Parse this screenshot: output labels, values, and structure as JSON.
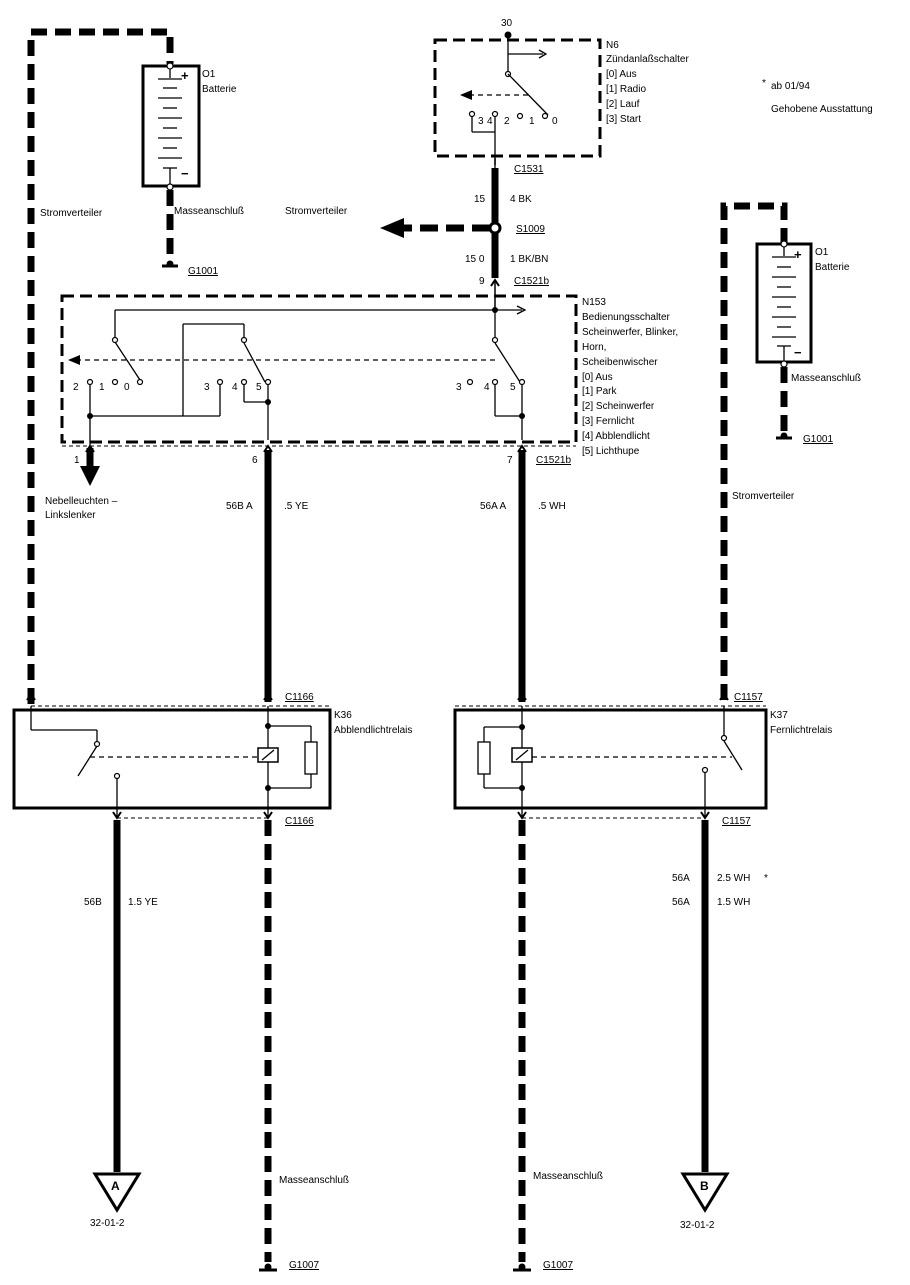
{
  "note": {
    "marker": "*",
    "date": "ab 01/94",
    "equipment": "Gehobene Ausstattung"
  },
  "terminals": {
    "t30": "30",
    "t15": "15",
    "t15_0": "15 0",
    "n9": "9",
    "n1": "1",
    "n6": "6",
    "n7": "7"
  },
  "battery_left": {
    "id": "O1",
    "name": "Batterie",
    "ground": "Masseanschluß",
    "ground_id": "G1001",
    "plus": "+",
    "minus": "−"
  },
  "battery_right": {
    "id": "O1",
    "name": "Batterie",
    "ground": "Masseanschluß",
    "ground_id": "G1001",
    "plus": "+",
    "minus": "−"
  },
  "distribution": {
    "left": "Stromverteiler",
    "arrow": "Stromverteiler",
    "right": "Stromverteiler"
  },
  "ignition": {
    "id": "N6",
    "name": "Zündanlaßschalter",
    "positions": [
      "[0] Aus",
      "[1] Radio",
      "[2] Lauf",
      "[3] Start"
    ],
    "pins": [
      "3",
      "4",
      "2",
      "1",
      "0"
    ],
    "connector": "C1531",
    "wire_top": "4 BK",
    "splice": "S1009",
    "wire_bottom": "1 BK/BN",
    "connector2": "C1521b"
  },
  "switch": {
    "id": "N153",
    "name": [
      "Bedienungsschalter",
      "Scheinwerfer, Blinker,",
      "Horn,",
      "Scheibenwischer"
    ],
    "positions": [
      "[0] Aus",
      "[1] Park",
      "[2] Scheinwerfer",
      "[3] Fernlicht",
      "[4] Abblendlicht",
      "[5] Lichthupe"
    ],
    "pins_a": [
      "2",
      "1",
      "0"
    ],
    "pins_b": [
      "3",
      "4",
      "5"
    ],
    "pins_c": [
      "3",
      "4",
      "5"
    ],
    "connector": "C1521b"
  },
  "fog": [
    "Nebelleuchten –",
    "Linkslenker"
  ],
  "wires": {
    "mid_left_code": "56B A",
    "mid_left_color": ".5 YE",
    "mid_right_code": "56A A",
    "mid_right_color": ".5 WH",
    "lower_left_code": "56B",
    "lower_left_color": "1.5 YE",
    "lower_right_code_1": "56A",
    "lower_right_color_1": "2.5 WH",
    "lower_right_star": "*",
    "lower_right_code_2": "56A",
    "lower_right_color_2": "1.5 WH"
  },
  "relay_left": {
    "id": "K36",
    "name": "Abblendlichtrelais",
    "connector_top": "C1166",
    "connector_bottom": "C1166"
  },
  "relay_right": {
    "id": "K37",
    "name": "Fernlichtrelais",
    "connector_top": "C1157",
    "connector_bottom": "C1157"
  },
  "bottom": {
    "ref_a": "A",
    "ref_a_page": "32-01-2",
    "ground_left": "Masseanschluß",
    "ground_left_id": "G1007",
    "ground_mid": "Masseanschluß",
    "ground_mid_id": "G1007",
    "ref_b": "B",
    "ref_b_page": "32-01-2"
  }
}
